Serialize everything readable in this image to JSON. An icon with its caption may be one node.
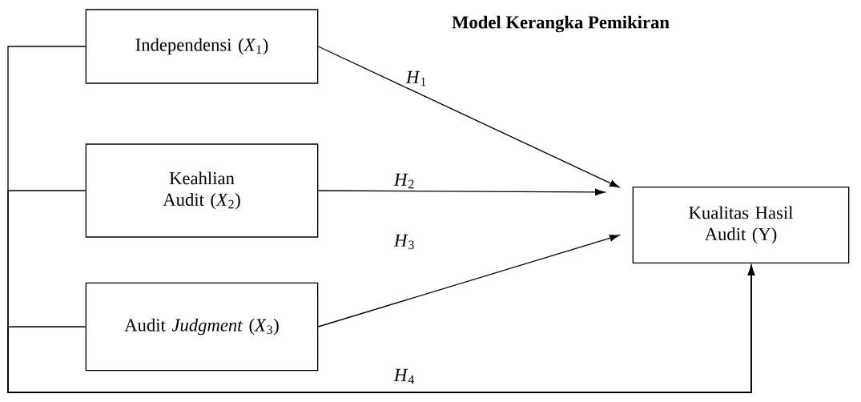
{
  "diagram": {
    "title": "Model Kerangka Pemikiran",
    "nodes": [
      {
        "text": [
          "Independensi (*X*$_{1}$)"
        ]
      },
      {
        "text": [
          "Keahlian Audit (*X*$_{2}$)"
        ]
      },
      {
        "text": [
          "Audit *Judgment* (*X*$_{3}$)"
        ]
      },
      {
        "text": [
          "Kualitas Hasil Audit (Y)"
        ]
      }
    ],
    "edges": [
      {
        "from": 0,
        "to": 3,
        "arrow": "to",
        "label": "*H*$_{1}$"
      },
      {
        "from": 1,
        "to": 3,
        "arrow": "to",
        "label": "*H*$_{2}$"
      },
      {
        "from": 2,
        "to": 3,
        "arrow": "to",
        "label": "*H*$_{3}$"
      },
      {
        "from": 0,
        "to": 3,
        "arrow": "to",
        "label": "*H*$_{4}$"
      },
      {
        "from": 1,
        "to": 3,
        "arrow": "to"
      },
      {
        "from": 2,
        "to": 3,
        "arrow": "to"
      }
    ]
  }
}
